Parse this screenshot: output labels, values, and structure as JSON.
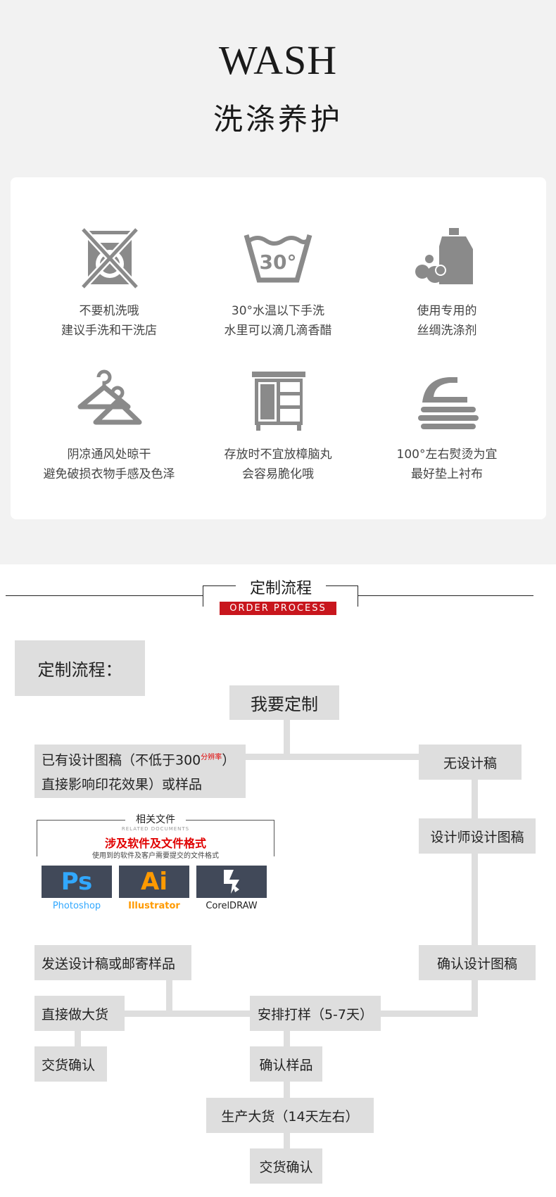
{
  "wash": {
    "title": "WASH",
    "subtitle": "洗涤养护",
    "items": [
      {
        "icon": "no-machine-wash-icon",
        "line1": "不要机洗哦",
        "line2": "建议手洗和干洗店"
      },
      {
        "icon": "wash-30-icon",
        "badge": "30°",
        "line1": "30°水温以下手洗",
        "line2": "水里可以滴几滴香醋"
      },
      {
        "icon": "detergent-bottle-icon",
        "line1": "使用专用的",
        "line2": "丝绸洗涤剂"
      },
      {
        "icon": "hanger-icon",
        "line1": "阴凉通风处晾干",
        "line2": "避免破损衣物手感及色泽"
      },
      {
        "icon": "wardrobe-icon",
        "line1": "存放时不宜放樟脑丸",
        "line2": "会容易脆化哦"
      },
      {
        "icon": "iron-icon",
        "line1": "100°左右熨烫为宜",
        "line2": "最好垫上衬布"
      }
    ]
  },
  "process": {
    "title": "定制流程",
    "subtitle": "ORDER PROCESS",
    "label": "定制流程：",
    "start": "我要定制",
    "has_design_line1": "已有设计图稿（不低于300",
    "has_design_sup": "分辨率",
    "has_design_close": "）",
    "has_design_line2": "直接影响印花效果）或样品",
    "no_design": "无设计稿",
    "designer_design": "设计师设计图稿",
    "confirm_design": "确认设计图稿",
    "send_design": "发送设计稿或邮寄样品",
    "direct_bulk": "直接做大货",
    "arrange_sample": "安排打样（5-7天）",
    "delivery_confirm_left": "交货确认",
    "confirm_sample": "确认样品",
    "bulk_production": "生产大货（14天左右）",
    "delivery_confirm_bottom": "交货确认"
  },
  "files": {
    "heading": "相关文件",
    "heading_en": "RELATED DOCUMENTS",
    "title": "涉及软件及文件格式",
    "note": "使用到的软件及客户需要提交的文件格式",
    "apps": [
      {
        "logo": "Ps",
        "name": "Photoshop",
        "logo_color": "#31a8ff",
        "name_color": "#31a8ff"
      },
      {
        "logo": "Ai",
        "name": "Illustrator",
        "logo_color": "#ff9a00",
        "name_color": "#ff9a00"
      },
      {
        "logo": "",
        "name": "CorelDRAW",
        "logo_color": "#ffffff",
        "name_color": "#222222"
      }
    ]
  },
  "colors": {
    "accent_red": "#c8161d",
    "box_gray": "#dedede",
    "icon_gray": "#8a8a8a"
  }
}
